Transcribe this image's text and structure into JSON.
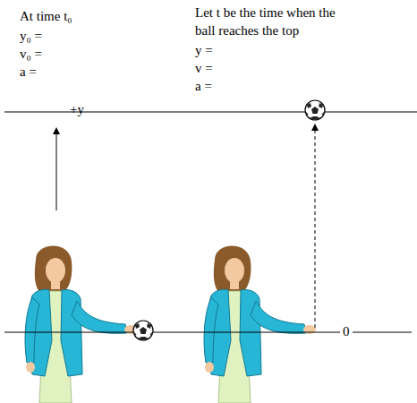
{
  "diagram": {
    "labels": [
      "At time t₀",
      "y₀ =",
      "v₀ =",
      "a =",
      "Let t be the time when the ball reaches the top",
      "y =",
      "v =",
      "a =",
      "+y",
      "0"
    ]
  }
}
